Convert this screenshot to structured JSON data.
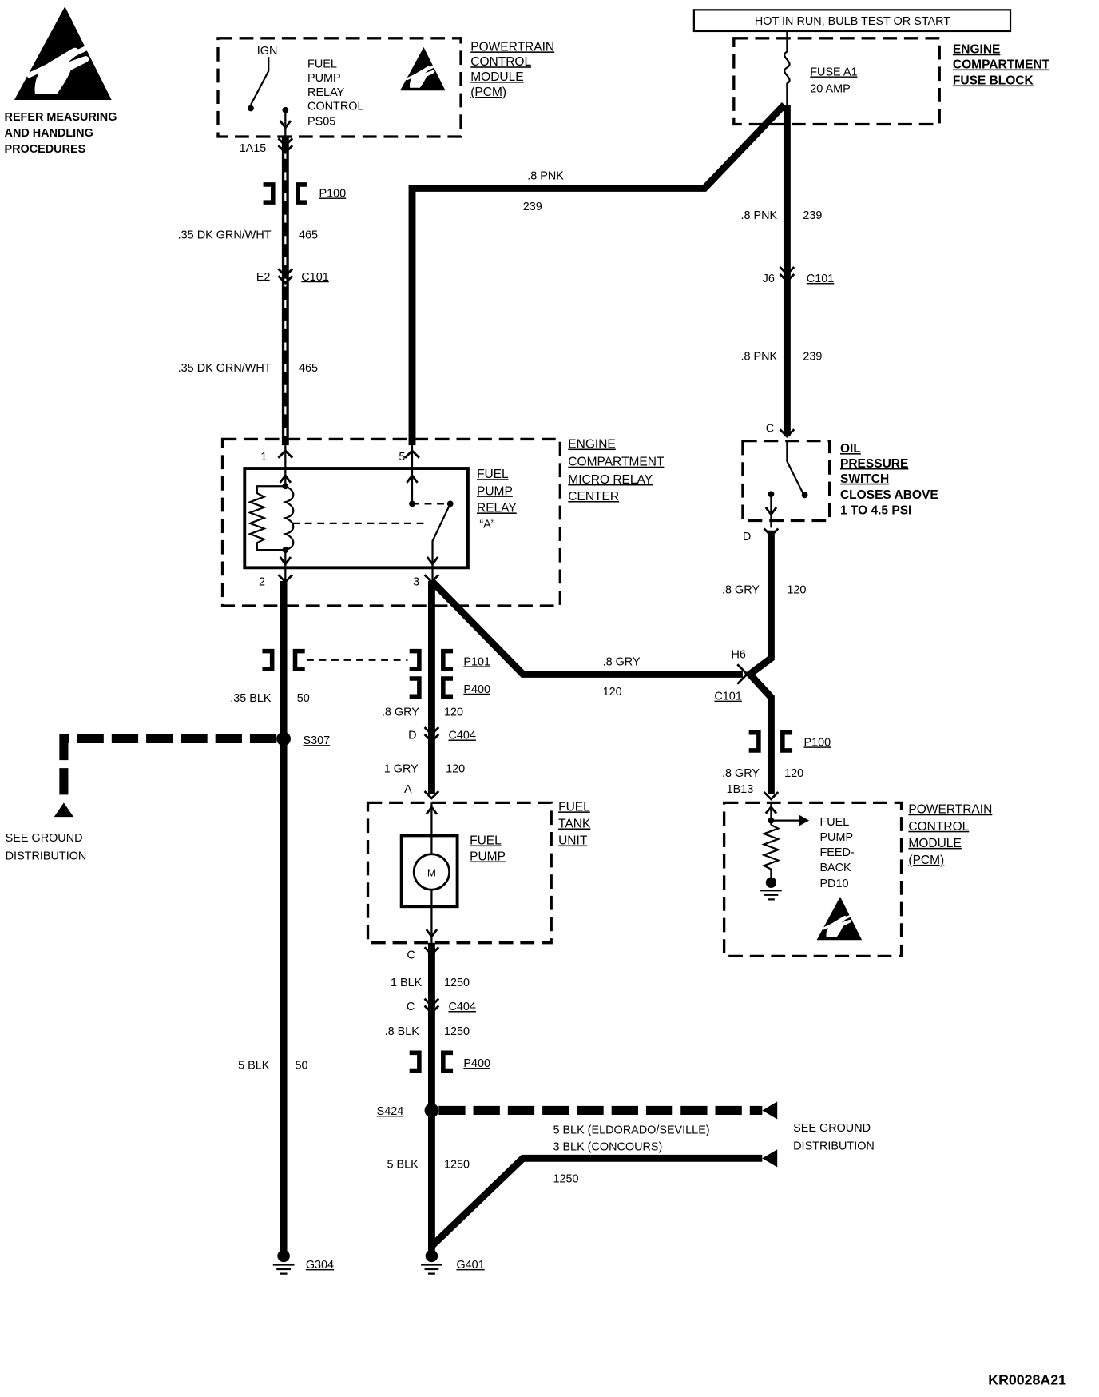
{
  "esd_notice": {
    "icon": "esd-warning-icon",
    "lines": [
      "REFER MEASURING",
      "AND HANDLING",
      "PROCEDURES"
    ]
  },
  "pcm_top": {
    "ign": "IGN",
    "function_lines": [
      "FUEL",
      "PUMP",
      "RELAY",
      "CONTROL",
      "PS05"
    ],
    "label_lines": [
      "POWERTRAIN",
      "CONTROL",
      "MODULE",
      "(PCM)"
    ],
    "terminal": "1A15"
  },
  "power_source": {
    "label": "HOT IN RUN, BULB TEST OR START"
  },
  "fuse_block": {
    "fuse_name": "FUSE A1",
    "fuse_rating": "20 AMP",
    "label_lines": [
      "ENGINE",
      "COMPARTMENT",
      "FUSE BLOCK"
    ]
  },
  "relay_center": {
    "pin_1": "1",
    "pin_5": "5",
    "pin_2": "2",
    "pin_3": "3",
    "relay_lines": [
      "FUEL",
      "PUMP",
      "RELAY"
    ],
    "relay_id": "“A”",
    "label_lines": [
      "ENGINE",
      "COMPARTMENT",
      "MICRO RELAY",
      "CENTER"
    ]
  },
  "oil_switch": {
    "pin_c": "C",
    "pin_d": "D",
    "label_lines": [
      "OIL",
      "PRESSURE",
      "SWITCH"
    ],
    "spec_lines": [
      "CLOSES ABOVE",
      "1 TO 4.5 PSI"
    ]
  },
  "fuel_tank_unit": {
    "pin_a": "A",
    "pin_c": "C",
    "label_lines": [
      "FUEL",
      "TANK",
      "UNIT"
    ],
    "pump_lines": [
      "FUEL",
      "PUMP"
    ],
    "motor": "M"
  },
  "pcm_right": {
    "terminal": "1B13",
    "function_lines": [
      "FUEL",
      "PUMP",
      "FEED-",
      "BACK",
      "PD10"
    ],
    "label_lines": [
      "POWERTRAIN",
      "CONTROL",
      "MODULE",
      "(PCM)"
    ]
  },
  "wires": {
    "pcm_relay_upper": {
      "gauge_color": ".35 DK GRN/WHT",
      "circuit": "465"
    },
    "pcm_relay_lower": {
      "gauge_color": ".35 DK GRN/WHT",
      "circuit": "465"
    },
    "fuse_relay": {
      "gauge_color": ".8 PNK",
      "circuit": "239"
    },
    "fuse_c101": {
      "gauge_color": ".8 PNK",
      "circuit": "239"
    },
    "c101_oil_switch": {
      "gauge_color": ".8 PNK",
      "circuit": "239"
    },
    "oil_switch_c101": {
      "gauge_color": ".8 GRY",
      "circuit": "120"
    },
    "relay_c101": {
      "gauge_color": ".8 GRY",
      "circuit": "120"
    },
    "c101_pcm": {
      "gauge_color": ".8 GRY",
      "circuit": "120"
    },
    "relay_ground_upper": {
      "gauge_color": ".35 BLK",
      "circuit": "50"
    },
    "relay_ground_lower": {
      "gauge_color": "5 BLK",
      "circuit": "50"
    },
    "relay_c404": {
      "gauge_color": ".8 GRY",
      "circuit": "120"
    },
    "c404_pump": {
      "gauge_color": "1 GRY",
      "circuit": "120"
    },
    "pump_c404": {
      "gauge_color": "1 BLK",
      "circuit": "1250"
    },
    "c404_s424": {
      "gauge_color": ".8 BLK",
      "circuit": "1250"
    },
    "s424_g401": {
      "gauge_color": "5 BLK",
      "circuit": "1250"
    },
    "g401_branch": {
      "circuit": "1250"
    }
  },
  "connectors": {
    "c101_e2": {
      "pin": "E2",
      "name": "C101"
    },
    "c101_j6": {
      "pin": "J6",
      "name": "C101"
    },
    "c101_h6": {
      "pin": "H6",
      "name": "C101"
    },
    "c404_d": {
      "pin": "D",
      "name": "C404"
    },
    "c404_c": {
      "pin": "C",
      "name": "C404"
    },
    "p100_left": "P100",
    "p101": "P101",
    "p400_upper": "P400",
    "p100_right": "P100",
    "p400_lower": "P400"
  },
  "splices": {
    "s307": "S307",
    "s424": "S424"
  },
  "grounds": {
    "g304": "G304",
    "g401": "G401"
  },
  "ground_distribution_left": {
    "lines": [
      "SEE GROUND",
      "DISTRIBUTION"
    ]
  },
  "ground_distribution_right": {
    "lines": [
      "SEE GROUND",
      "DISTRIBUTION"
    ],
    "variant_lines": [
      "5 BLK (ELDORADO/SEVILLE)",
      "3 BLK (CONCOURS)"
    ]
  },
  "figure_id": "KR0028A21",
  "colors": {
    "wire": "#000000",
    "background": "#ffffff"
  }
}
